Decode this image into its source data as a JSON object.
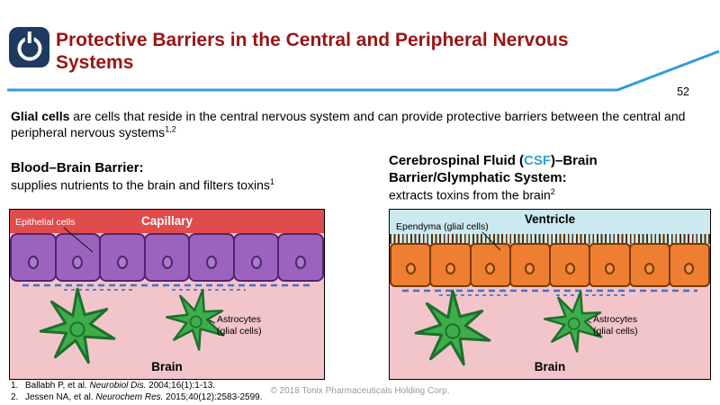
{
  "colors": {
    "accent_blue": "#2F9CD8",
    "title_red": "#9A1414",
    "logo_navy": "#1E3A60",
    "capillary_red": "#E04B4B",
    "cell_purple": "#9C63BE",
    "cell_purple_border": "#522370",
    "brain_pink": "#F2C5CB",
    "astrocyte_green": "#3DAE49",
    "astrocyte_green_border": "#1E6F2D",
    "ventricle_cyan": "#CBE9F1",
    "cell_orange": "#EE7E32",
    "cell_orange_border": "#7B3A00",
    "cilia_brown": "#5A2D05",
    "membrane_blue": "#4472C4",
    "csf_teal": "#2FA3C8"
  },
  "header": {
    "title_line1": "Protective Barriers in the Central and Peripheral Nervous",
    "title_line2": "Systems",
    "page_number": "52"
  },
  "intro": {
    "bold": "Glial cells",
    "text": " are cells that reside in the central nervous system and can provide protective barriers between the central and peripheral nervous systems",
    "sup": "1,2"
  },
  "left_panel": {
    "heading": "Blood–Brain Barrier:",
    "subheading": "supplies nutrients to the brain and filters toxins",
    "subheading_sup": "1",
    "diagram": {
      "band_label": "Capillary",
      "cells_label": "Epithelial cells",
      "astrocytes_label_line1": "Astrocytes",
      "astrocytes_label_line2": "(glial cells)",
      "region_label": "Brain"
    }
  },
  "right_panel": {
    "heading_prefix": "Cerebrospinal Fluid (",
    "heading_csf": "CSF",
    "heading_suffix": ")–Brain",
    "heading_line2": "Barrier/Glymphatic System:",
    "subheading": "extracts toxins from the brain",
    "subheading_sup": "2",
    "diagram": {
      "band_label": "Ventricle",
      "cells_label": "Ependyma (glial cells)",
      "astrocytes_label_line1": "Astrocytes",
      "astrocytes_label_line2": "(glial cells)",
      "region_label": "Brain"
    }
  },
  "footnotes": [
    {
      "num": "1.",
      "pre": "Ballabh P, et al. ",
      "journal": "Neurobiol Dis.",
      "post": " 2004;16(1):1-13."
    },
    {
      "num": "2.",
      "pre": "Jessen NA, et al. ",
      "journal": "Neurochem Res.",
      "post": " 2015;40(12):2583-2599."
    }
  ],
  "copyright": "© 2018 Tonix Pharmaceuticals Holding Corp."
}
